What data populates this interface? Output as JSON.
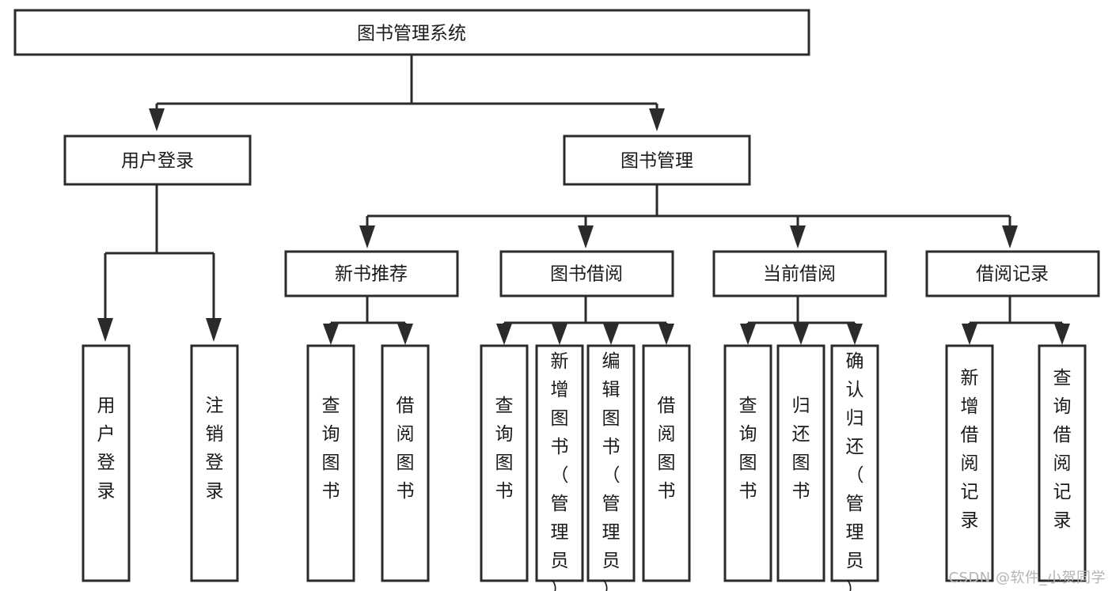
{
  "diagram": {
    "title": "图书管理系统",
    "type": "tree-hierarchy",
    "watermark": "CSDN @软件_小贺同学",
    "root": {
      "id": "root",
      "label": "图书管理系统"
    },
    "level2": [
      {
        "id": "user-login",
        "label": "用户登录"
      },
      {
        "id": "book-management",
        "label": "图书管理"
      }
    ],
    "level3": [
      {
        "id": "new-book-recommend",
        "label": "新书推荐",
        "parent": "book-management"
      },
      {
        "id": "book-borrow",
        "label": "图书借阅",
        "parent": "book-management"
      },
      {
        "id": "current-borrow",
        "label": "当前借阅",
        "parent": "book-management"
      },
      {
        "id": "borrow-record",
        "label": "借阅记录",
        "parent": "book-management"
      }
    ],
    "leaves": [
      {
        "id": "leaf-user-login",
        "label": "用户登录",
        "parent": "user-login"
      },
      {
        "id": "leaf-logout-login",
        "label": "注销登录",
        "parent": "user-login"
      },
      {
        "id": "leaf-query-book-1",
        "label": "查询图书",
        "parent": "new-book-recommend"
      },
      {
        "id": "leaf-borrow-book-1",
        "label": "借阅图书",
        "parent": "new-book-recommend"
      },
      {
        "id": "leaf-query-book-2",
        "label": "查询图书",
        "parent": "book-borrow"
      },
      {
        "id": "leaf-add-book",
        "label": "新增图书（管理员）",
        "parent": "book-borrow"
      },
      {
        "id": "leaf-edit-book",
        "label": "编辑图书（管理员）",
        "parent": "book-borrow"
      },
      {
        "id": "leaf-borrow-book-2",
        "label": "借阅图书",
        "parent": "book-borrow"
      },
      {
        "id": "leaf-query-book-3",
        "label": "查询图书",
        "parent": "current-borrow"
      },
      {
        "id": "leaf-return-book",
        "label": "归还图书",
        "parent": "current-borrow"
      },
      {
        "id": "leaf-confirm-return",
        "label": "确认归还（管理员）",
        "parent": "current-borrow"
      },
      {
        "id": "leaf-add-record",
        "label": "新增借阅记录",
        "parent": "borrow-record"
      },
      {
        "id": "leaf-query-record",
        "label": "查询借阅记录",
        "parent": "borrow-record"
      }
    ],
    "colors": {
      "stroke": "#2b2b2b",
      "fill": "#ffffff",
      "text": "#1a1a1a",
      "watermark": "#b4b4b4"
    }
  }
}
